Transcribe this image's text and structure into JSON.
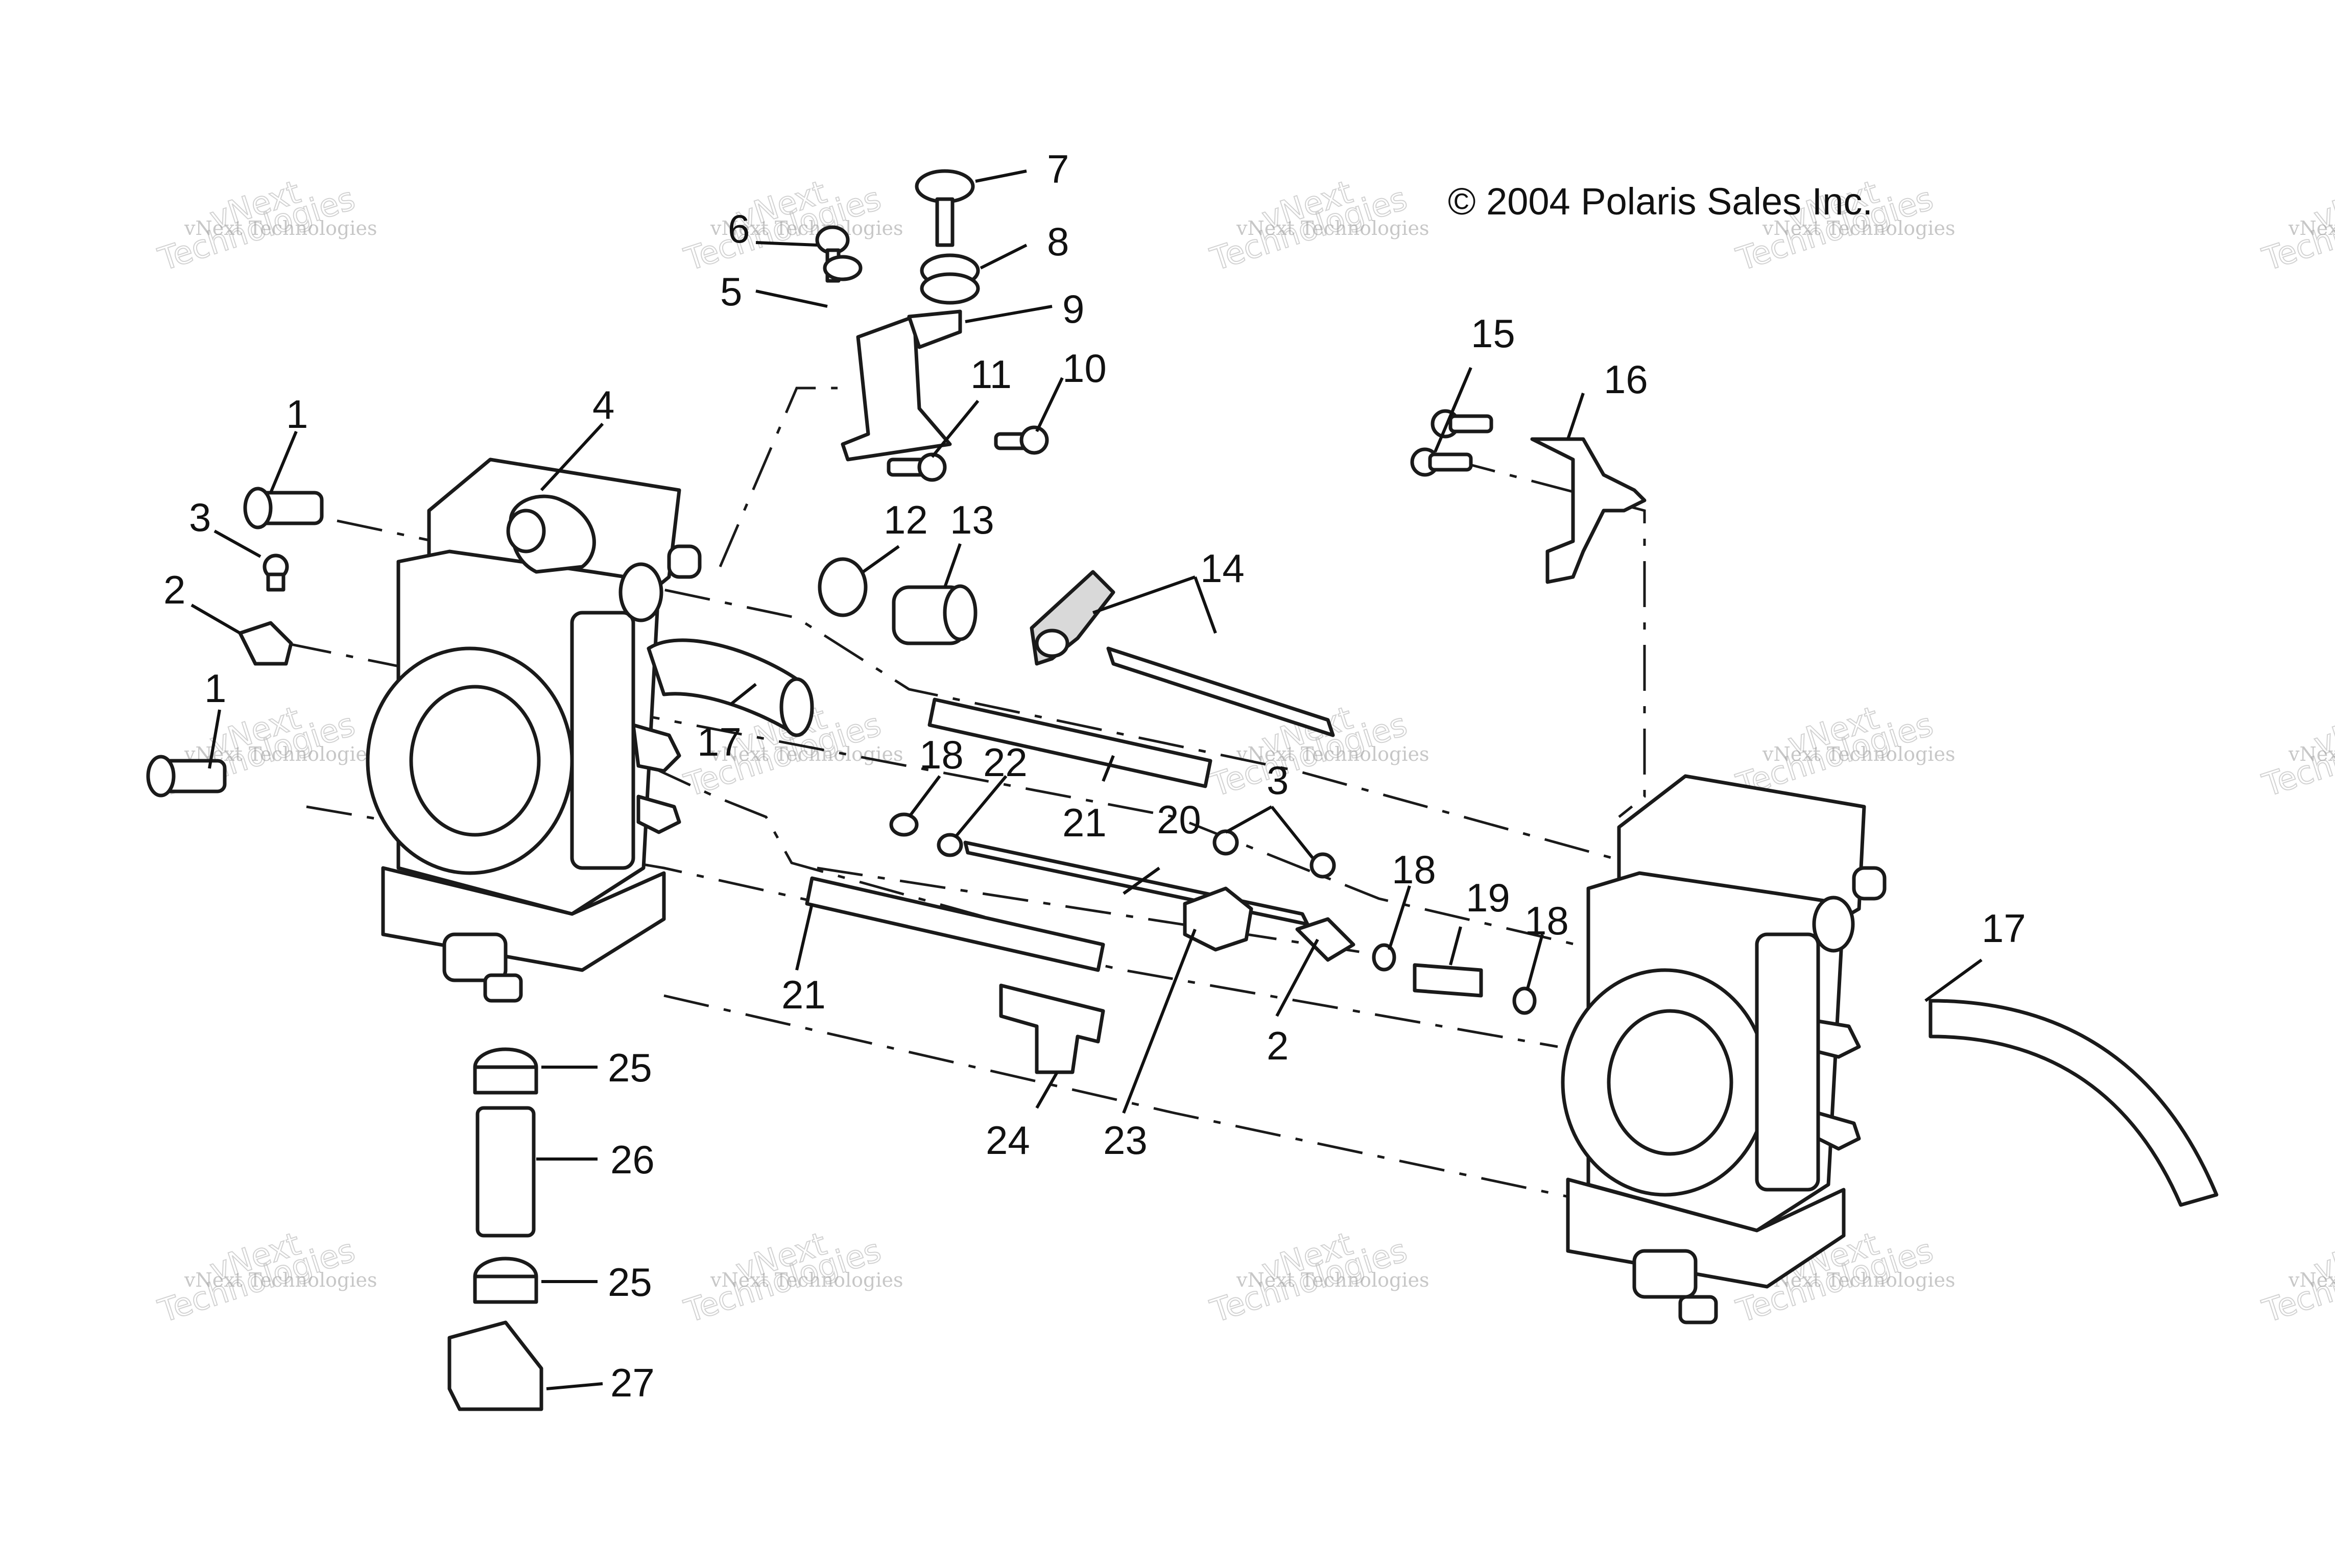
{
  "copyright": "© 2004 Polaris Sales Inc.",
  "watermark": {
    "line1": "vNext Technologies",
    "line2": "vNext",
    "line3": "Technologies"
  },
  "callouts": [
    "1",
    "3",
    "2",
    "1",
    "4",
    "6",
    "5",
    "7",
    "8",
    "9",
    "11",
    "10",
    "12",
    "13",
    "14",
    "15",
    "16",
    "17",
    "18",
    "22",
    "21",
    "20",
    "3",
    "18",
    "19",
    "18",
    "2",
    "21",
    "24",
    "23",
    "17",
    "25",
    "26",
    "25",
    "27"
  ],
  "colors": {
    "line": "#1a1a1a",
    "watermark": "#9a9a9a",
    "background": "#ffffff"
  }
}
